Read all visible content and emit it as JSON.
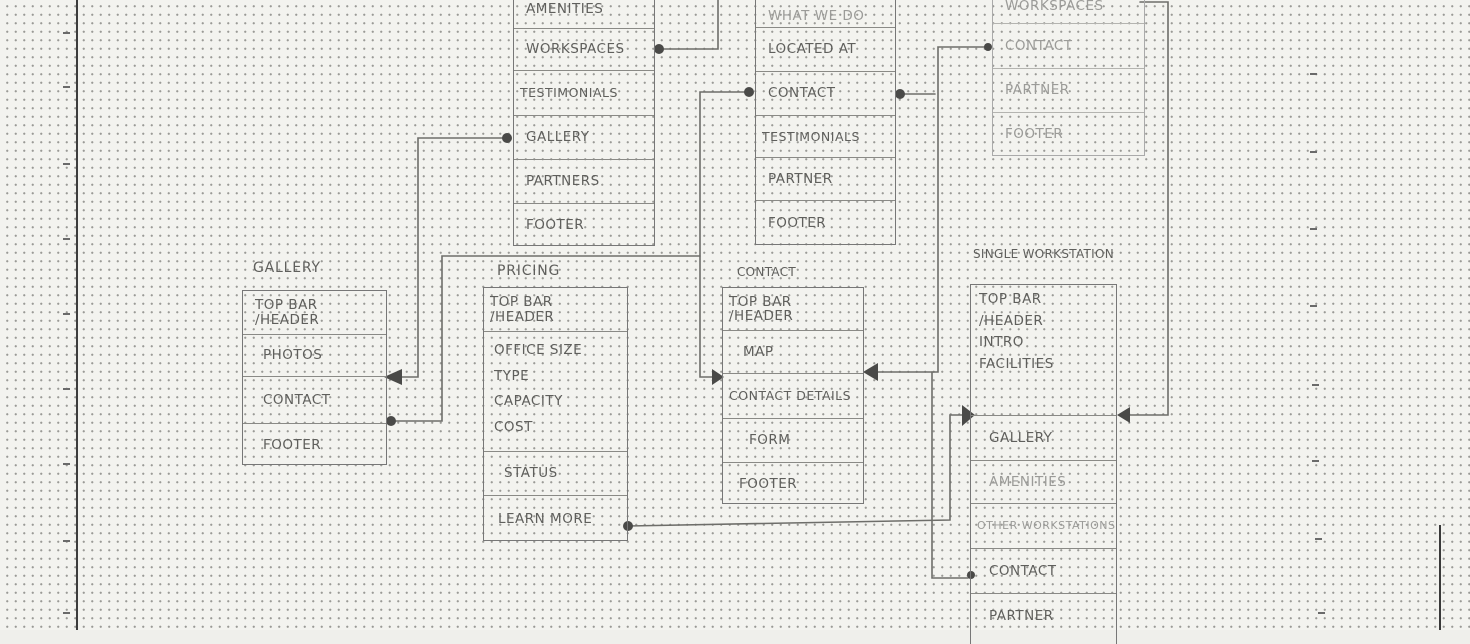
{
  "sketch": {
    "top_box_1": {
      "rows": [
        "AMENITIES",
        "WORKSPACES",
        "TESTIMONIALS",
        "GALLERY",
        "PARTNERS",
        "FOOTER"
      ]
    },
    "top_box_2": {
      "rows": [
        "WHAT WE DO",
        "LOCATED AT",
        "CONTACT",
        "TESTIMONIALS",
        "PARTNER",
        "FOOTER"
      ]
    },
    "top_box_3": {
      "rows": [
        "WORKSPACES",
        "CONTACT",
        "PARTNER",
        "FOOTER"
      ]
    },
    "gallery": {
      "title": "GALLERY",
      "rows": [
        "TOP BAR\n/HEADER",
        "PHOTOS",
        "CONTACT",
        "FOOTER"
      ]
    },
    "pricing": {
      "title": "PRICING",
      "rows": [
        "TOP BAR\n/HEADER",
        "OFFICE SIZE\nTYPE\nCAPACITY\nCOST",
        "STATUS",
        "LEARN MORE"
      ]
    },
    "contact": {
      "title": "CONTACT",
      "rows": [
        "TOP BAR\n/HEADER",
        "MAP",
        "CONTACT DETAILS",
        "FORM",
        "FOOTER"
      ]
    },
    "single_workstation": {
      "title": "SINGLE WORKSTATION",
      "rows": [
        "TOP BAR\n/HEADER\nINTRO\nFACILITIES",
        "GALLERY",
        "AMENITIES",
        "OTHER WORKSTATIONS",
        "CONTACT",
        "PARTNER"
      ]
    }
  }
}
